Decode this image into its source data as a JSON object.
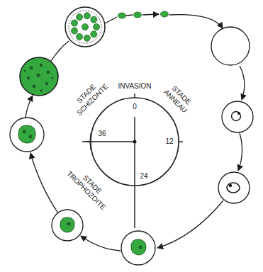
{
  "diagram": {
    "labels": [
      "INVASION",
      "STADE ANNEAU",
      "STADE TROPHOZOITE",
      "STADE SCHIZONTE",
      "0",
      "12",
      "24",
      "36"
    ]
  }
}
